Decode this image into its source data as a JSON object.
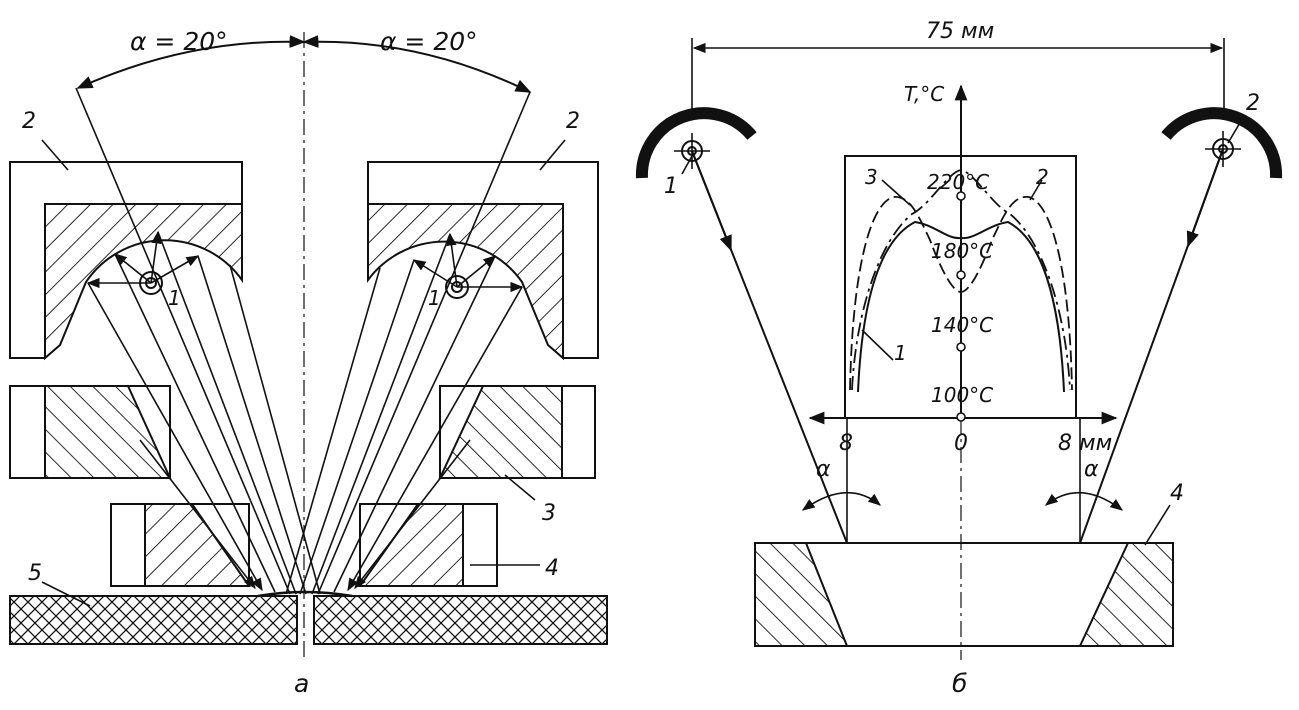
{
  "panel_a": {
    "angle_left": "α = 20°",
    "angle_right": "α = 20°",
    "label_2_left": "2",
    "label_2_right": "2",
    "label_1_left": "1",
    "label_1_right": "1",
    "label_3": "3",
    "label_4": "4",
    "label_5": "5",
    "caption": "а"
  },
  "panel_b": {
    "dimension": "75 мм",
    "label_1": "1",
    "label_2": "2",
    "label_4": "4",
    "alpha_left": "α",
    "alpha_right": "α",
    "caption": "б",
    "chart": {
      "y_axis_label": "T,°C",
      "temp_220": "220°C",
      "temp_180": "180°C",
      "temp_140": "140°C",
      "temp_100": "100°C",
      "x_left": "8",
      "x_center": "0",
      "x_right": "8 мм",
      "curve_1": "1",
      "curve_2": "2",
      "curve_3": "3"
    }
  }
}
